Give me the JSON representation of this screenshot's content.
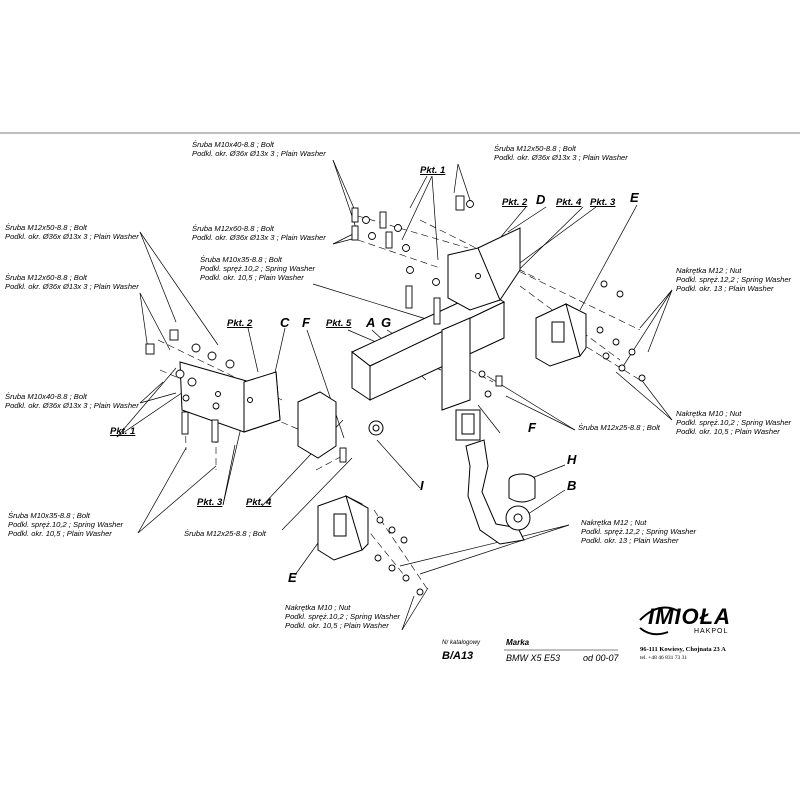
{
  "labels": {
    "bolt_m10x40_top": [
      "Śruba M10x40-8.8 ;  Bolt",
      "Podkl. okr. Ø36x Ø13x 3 ; Plain Washer"
    ],
    "bolt_m12x60_top": [
      "Śruba M12x60-8.8 ;  Bolt",
      "Podkl. okr. Ø36x Ø13x 3 ; Plain Washer"
    ],
    "bolt_m10x35_top": [
      "Śruba M10x35-8.8 ;  Bolt",
      "Podkl. spręż.10,2 ; Spring Washer",
      "Podkl. okr. 10,5 ; Plain Washer"
    ],
    "bolt_m12x50_top": [
      "Śruba M12x50-8.8 ;  Bolt",
      "Podkl. okr. Ø36x Ø13x 3 ; Plain Washer"
    ],
    "bolt_m12x50_left": [
      "Śruba M12x50-8.8 ;  Bolt",
      "Podkl. okr. Ø36x Ø13x 3 ; Plain Washer"
    ],
    "bolt_m12x60_left": [
      "Śruba M12x60-8.8 ;  Bolt",
      "Podkl. okr. Ø36x Ø13x 3 ; Plain Washer"
    ],
    "bolt_m10x40_left": [
      "Śruba M10x40-8.8 ;  Bolt",
      "Podkl. okr. Ø36x Ø13x 3 ; Plain Washer"
    ],
    "bolt_m10x35_left": [
      "Śruba M10x35-8.8 ;  Bolt",
      "Podkl. spręż.10,2 ; Spring Washer",
      "Podkl. okr. 10,5 ; Plain Washer"
    ],
    "nut_m12_right": [
      "Nakrętka  M12 ; Nut",
      "Podkl. spręż.12,2 ; Spring Washer",
      "Podkl. okr. 13 ; Plain Washer"
    ],
    "nut_m10_right": [
      "Nakrętka  M10 ; Nut",
      "Podkl. spręż.10,2 ; Spring Washer",
      "Podkl. okr. 10,5 ; Plain Washer"
    ],
    "bolt_m12x25_right": "Śruba M12x25-8.8 ;  Bolt",
    "bolt_m12x25_bottom": "Śruba M12x25-8.8 ;  Bolt",
    "nut_m12_bottom": [
      "Nakrętka  M12 ; Nut",
      "Podkl. spręż.12,2 ; Spring Washer",
      "Podkl. okr. 13 ; Plain Washer"
    ],
    "nut_m10_bottom": [
      "Nakrętka  M10 ; Nut",
      "Podkl. spręż.10,2 ; Spring Washer",
      "Podkl. okr. 10,5 ; Plain Washer"
    ]
  },
  "points": {
    "pkt1_top": "Pkt. 1",
    "pkt2_top": "Pkt. 2",
    "pkt4_top": "Pkt. 4",
    "pkt3_top": "Pkt. 3",
    "pkt2_left": "Pkt. 2",
    "pkt5": "Pkt. 5",
    "pkt1_left": "Pkt. 1",
    "pkt3_bottom": "Pkt. 3",
    "pkt4_bottom": "Pkt. 4"
  },
  "letters": {
    "d": "D",
    "e_top": "E",
    "c": "C",
    "f_left": "F",
    "a": "A",
    "g": "G",
    "f_right": "F",
    "h": "H",
    "b": "B",
    "i": "I",
    "e_bottom": "E"
  },
  "footer": {
    "catalog_caption": "Nr katalogowy",
    "catalog_no": "B/A13",
    "make_caption": "Marka",
    "model": "BMW X5 E53",
    "from": "od  00-07",
    "brand": "IMIOŁA",
    "brand_sub": "HAKPOL",
    "address": "96-111 Kowiesy, Chojnata 23 A",
    "phone": "tel. +48 46 831 73 31"
  }
}
